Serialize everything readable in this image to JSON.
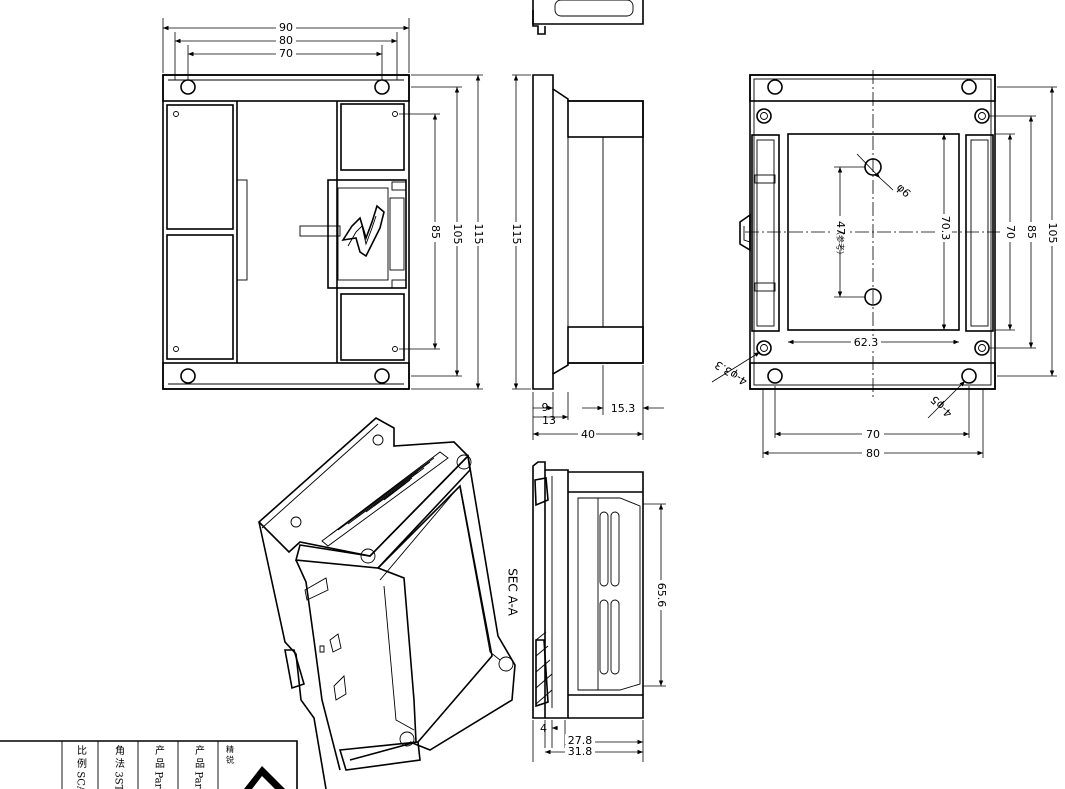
{
  "front_view": {
    "dims": {
      "w_outer": "90",
      "w_mid": "80",
      "w_hole": "70",
      "h_inner": "85",
      "h_mid": "105",
      "h_outer": "115"
    }
  },
  "side_view": {
    "dims": {
      "height": "115",
      "d_9": "9",
      "d_13": "13",
      "d_153": "15.3",
      "d_40": "40"
    }
  },
  "back_view": {
    "dims": {
      "phi6": "φ6",
      "d47": "47",
      "d47_note": "（参考）",
      "d703": "70.3",
      "d70": "70",
      "d85": "85",
      "d105": "105",
      "d623": "62.3",
      "hole_33": "4-φ3.3",
      "hole_5": "4-φ5",
      "w70": "70",
      "w80": "80"
    }
  },
  "section_view": {
    "label": "SEC A-A",
    "dims": {
      "d656": "65.6",
      "d4": "4",
      "d278": "27.8",
      "d318": "31.8"
    }
  },
  "title_block": {
    "cols": [
      "比 例 SCALE",
      "角 法 3ST",
      "产 品 Part",
      "产 品 Part",
      "精 锐"
    ]
  },
  "colors": {
    "line": "#000000",
    "background": "#ffffff"
  }
}
